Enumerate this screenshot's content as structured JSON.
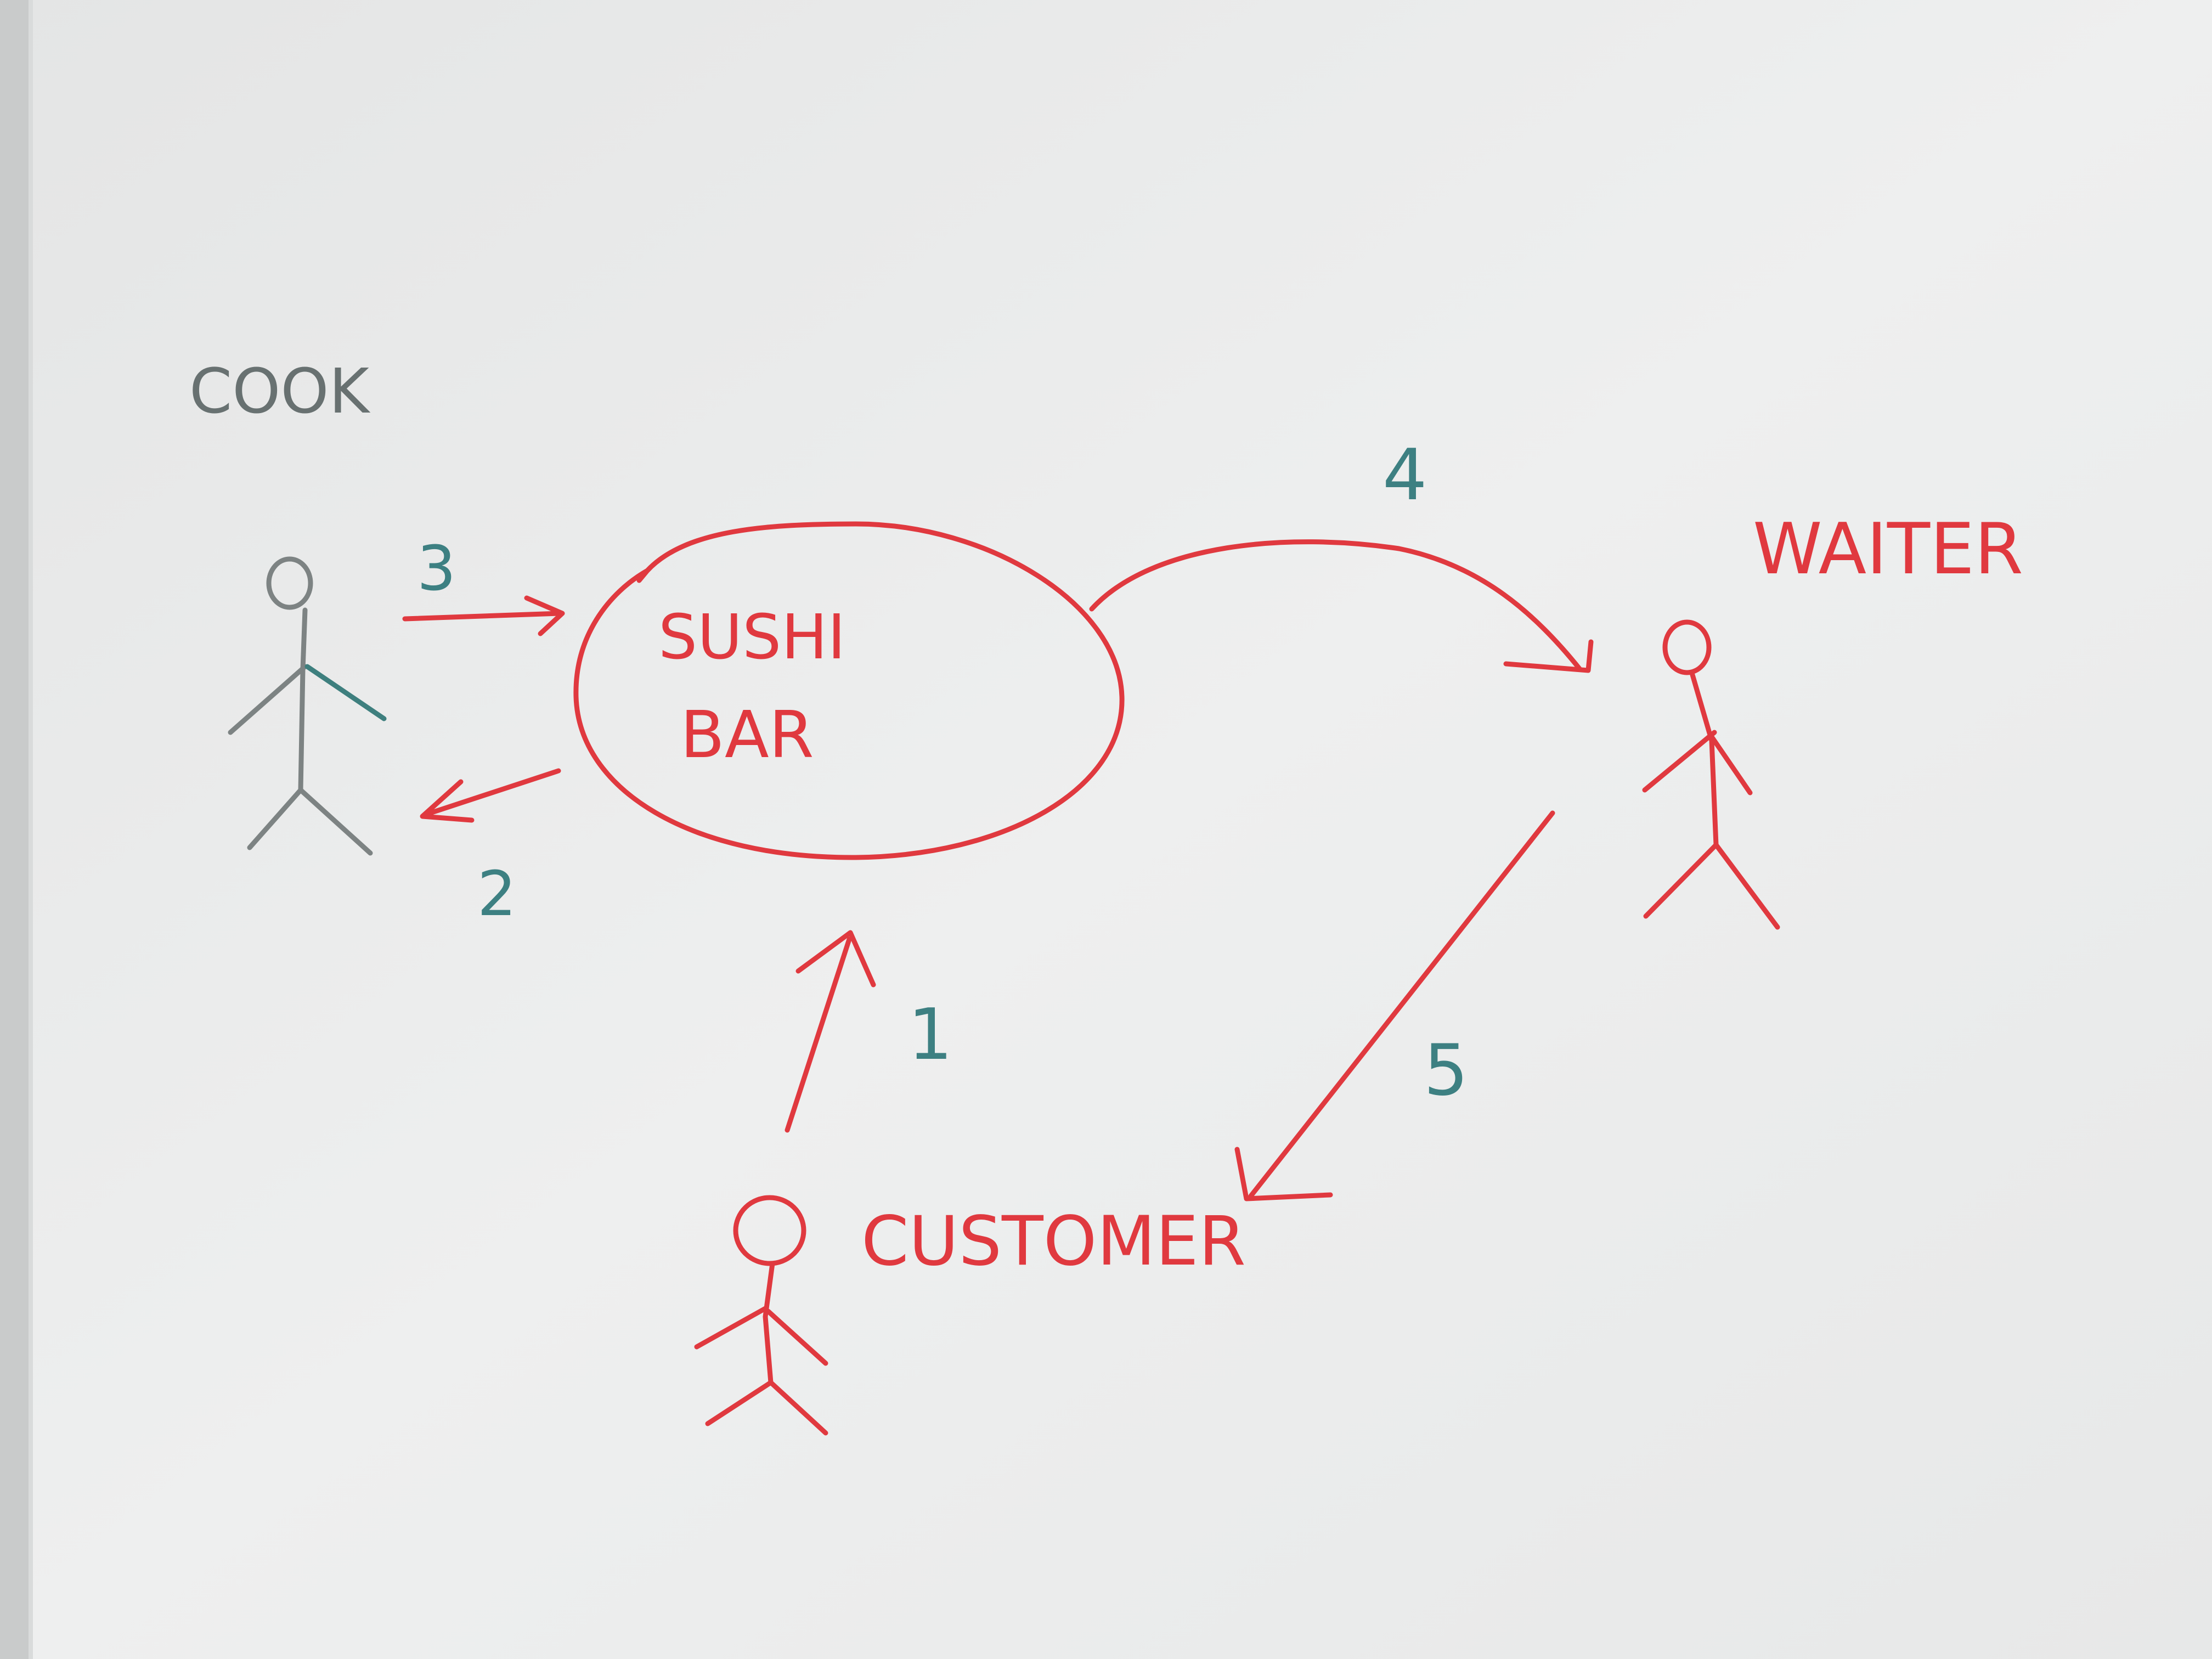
{
  "colors": {
    "board": "#ebecec",
    "red_marker": "#e0393f",
    "grey_marker": "#6f7777",
    "teal_marker": "#3d8082"
  },
  "actors": {
    "cook": "COOK",
    "waiter": "WAITER",
    "customer": "CUSTOMER"
  },
  "use_case": {
    "line1": "SUSHI",
    "line2": "BAR"
  },
  "steps": {
    "s1": "1",
    "s2": "2",
    "s3": "3",
    "s4": "4",
    "s5": "5"
  }
}
